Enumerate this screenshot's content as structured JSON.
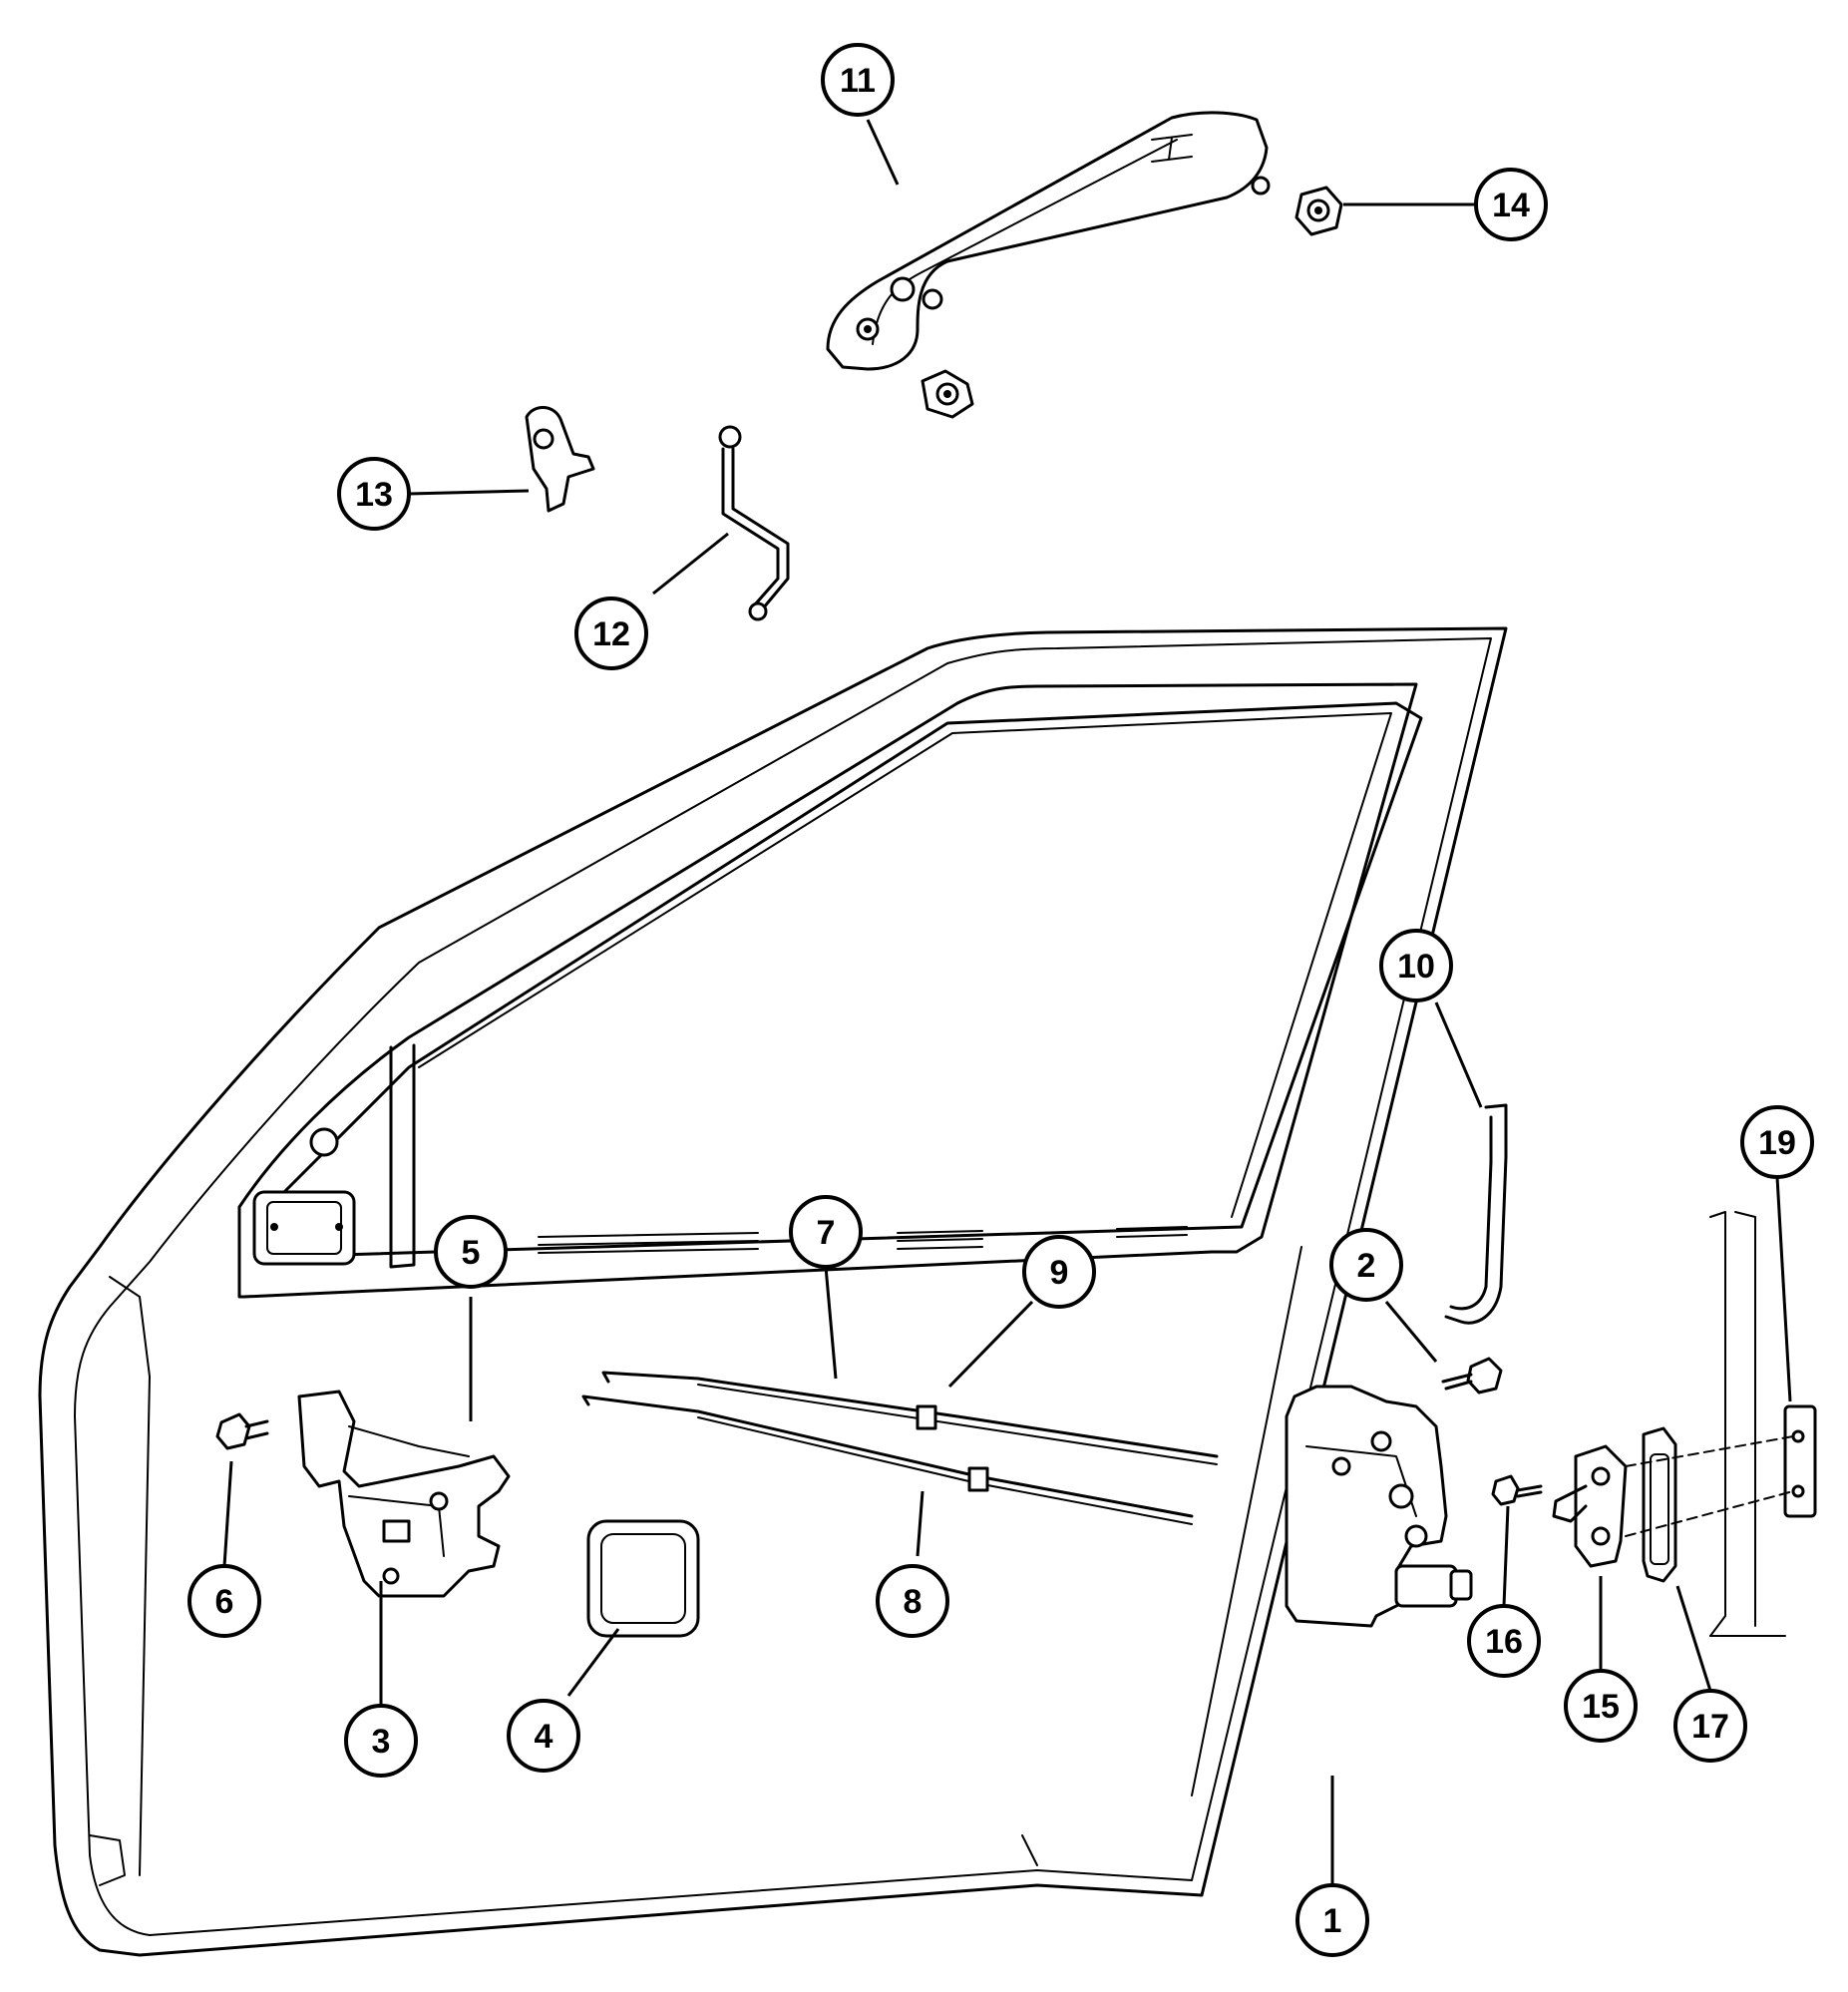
{
  "callouts": [
    {
      "id": "1",
      "label": "1"
    },
    {
      "id": "2",
      "label": "2"
    },
    {
      "id": "3",
      "label": "3"
    },
    {
      "id": "4",
      "label": "4"
    },
    {
      "id": "5",
      "label": "5"
    },
    {
      "id": "6",
      "label": "6"
    },
    {
      "id": "7",
      "label": "7"
    },
    {
      "id": "8",
      "label": "8"
    },
    {
      "id": "9",
      "label": "9"
    },
    {
      "id": "10",
      "label": "10"
    },
    {
      "id": "11",
      "label": "11"
    },
    {
      "id": "12",
      "label": "12"
    },
    {
      "id": "13",
      "label": "13"
    },
    {
      "id": "14",
      "label": "14"
    },
    {
      "id": "15",
      "label": "15"
    },
    {
      "id": "16",
      "label": "16"
    },
    {
      "id": "17",
      "label": "17"
    },
    {
      "id": "19",
      "label": "19"
    }
  ]
}
